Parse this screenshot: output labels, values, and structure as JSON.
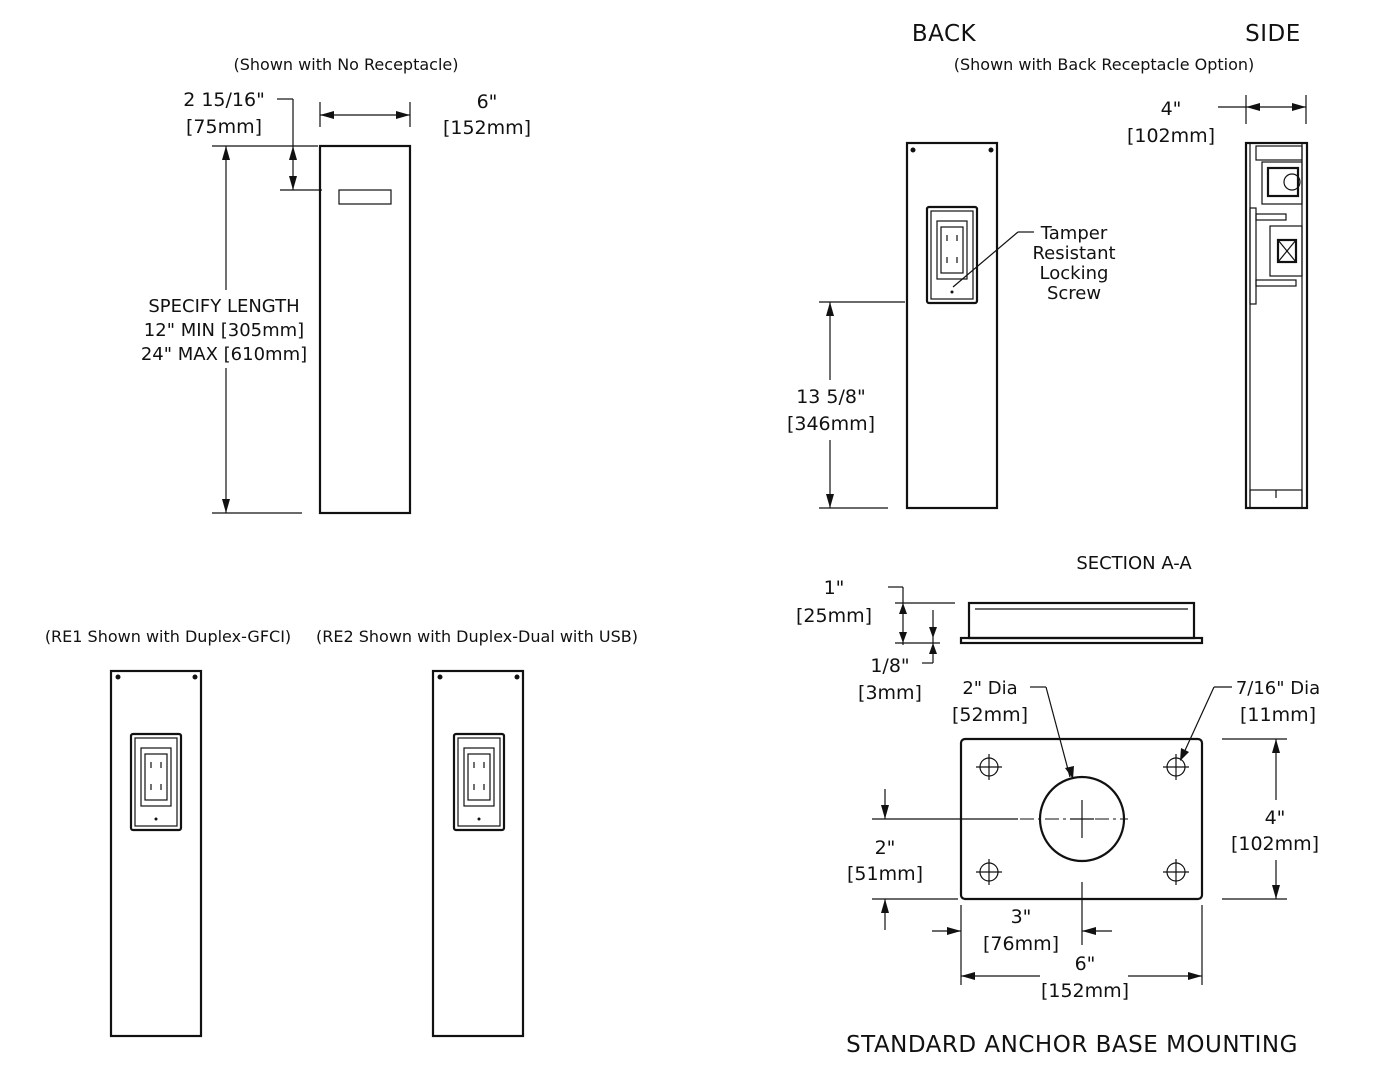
{
  "front": {
    "caption": "(Shown with No Receptacle)",
    "offset_in": "2 15/16\"",
    "offset_mm": "[75mm]",
    "width_in": "6\"",
    "width_mm": "[152mm]",
    "length_1": "SPECIFY LENGTH",
    "length_2": "12\" MIN [305mm]",
    "length_3": "24\" MAX [610mm]"
  },
  "back": {
    "title": "BACK",
    "caption": "(Shown with Back Receptacle Option)",
    "height_in": "13 5/8\"",
    "height_mm": "[346mm]",
    "screw_1": "Tamper",
    "screw_2": "Resistant",
    "screw_3": "Locking",
    "screw_4": "Screw"
  },
  "side": {
    "title": "SIDE",
    "depth_in": "4\"",
    "depth_mm": "[102mm]"
  },
  "re1": {
    "caption": "(RE1 Shown with Duplex-GFCI)"
  },
  "re2": {
    "caption": "(RE2 Shown with Duplex-Dual with USB)"
  },
  "section": {
    "title": "SECTION A-A",
    "h1_in": "1\"",
    "h1_mm": "[25mm]",
    "h2_in": "1/8\"",
    "h2_mm": "[3mm]"
  },
  "base": {
    "title": "STANDARD ANCHOR BASE MOUNTING",
    "hole_in": "2\" Dia",
    "hole_mm": "[52mm]",
    "bolt_in": "7/16\" Dia",
    "bolt_mm": "[11mm]",
    "height_in": "4\"",
    "height_mm": "[102mm]",
    "half_h_in": "2\"",
    "half_h_mm": "[51mm]",
    "half_w_in": "3\"",
    "half_w_mm": "[76mm]",
    "width_in": "6\"",
    "width_mm": "[152mm]"
  }
}
